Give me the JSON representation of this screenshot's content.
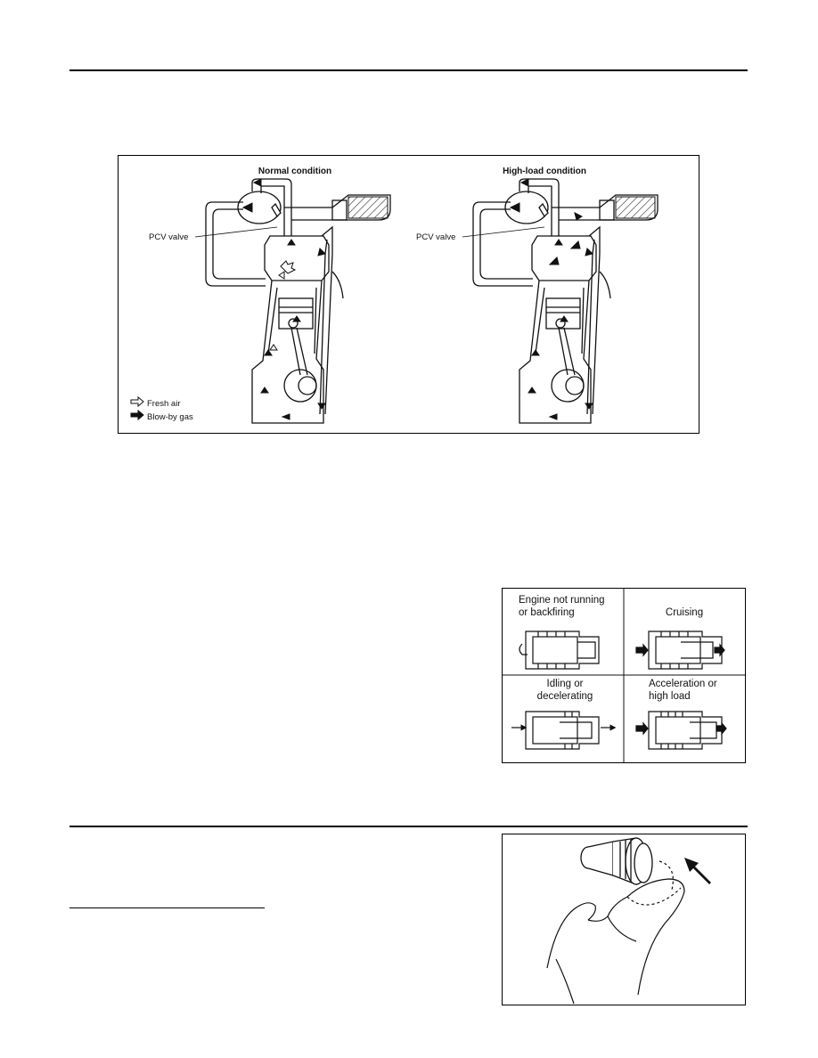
{
  "figures": {
    "ventilation": {
      "title_normal": "Normal condition",
      "title_high": "High-load condition",
      "pcv_label_left": "PCV valve",
      "pcv_label_right": "PCV valve",
      "legend_fresh": "Fresh air",
      "legend_blowby": "Blow-by gas"
    },
    "pcv_states": {
      "cell1": [
        "Engine not running",
        "or backfiring"
      ],
      "cell2": [
        "Cruising"
      ],
      "cell3": [
        "Idling or",
        "decelerating"
      ],
      "cell4": [
        "Acceleration or",
        "high load"
      ]
    }
  },
  "colors": {
    "line": "#111111",
    "fill_light": "#ffffff",
    "hatch": "#222222"
  }
}
